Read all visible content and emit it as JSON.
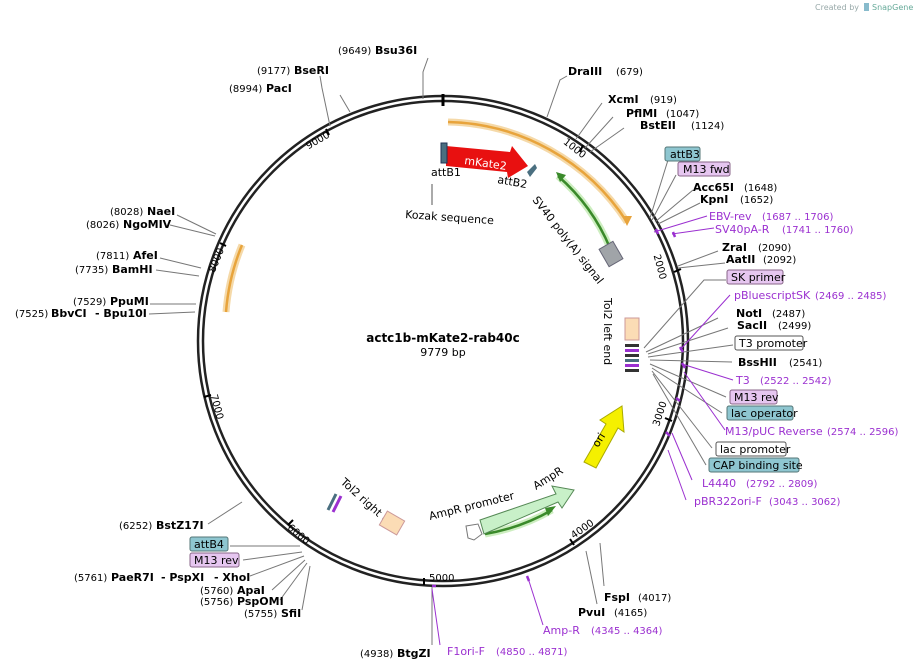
{
  "credit": {
    "prefix": "Created by",
    "brand": "SnapGene"
  },
  "plasmid": {
    "name": "actc1b-mKate2-rab40c",
    "size": "9779 bp"
  },
  "ticks": [
    "1000",
    "2000",
    "3000",
    "4000",
    "5000",
    "6000",
    "7000",
    "8000",
    "9000"
  ],
  "features": {
    "mkate2": "mKate2",
    "attb1": "attB1",
    "attb2": "attB2",
    "kozak": "Kozak sequence",
    "sv40": "SV40 poly(A) signal",
    "tol2left": "Tol2 left end",
    "tol2right": "Tol2 right end",
    "ori": "ori",
    "ampr": "AmpR",
    "amprprom": "AmpR promoter"
  },
  "sites_right": [
    {
      "name": "DraIII",
      "pos": "(679)"
    },
    {
      "name": "XcmI",
      "pos": "(919)"
    },
    {
      "name": "PflMI",
      "pos": "(1047)"
    },
    {
      "name": "BstEII",
      "pos": "(1124)"
    },
    {
      "name": "Acc65I",
      "pos": "(1648)"
    },
    {
      "name": "KpnI",
      "pos": "(1652)"
    },
    {
      "name": "ZraI",
      "pos": "(2090)"
    },
    {
      "name": "AatII",
      "pos": "(2092)"
    },
    {
      "name": "NotI",
      "pos": "(2487)"
    },
    {
      "name": "SacII",
      "pos": "(2499)"
    },
    {
      "name": "BssHII",
      "pos": "(2541)"
    },
    {
      "name": "FspI",
      "pos": "(4017)"
    },
    {
      "name": "PvuI",
      "pos": "(4165)"
    }
  ],
  "boxes_right": [
    "attB3",
    "M13 fwd",
    "SK primer",
    "T3 promoter",
    "M13 rev",
    "lac operator",
    "lac promoter",
    "CAP binding site"
  ],
  "primers_right": [
    {
      "name": "EBV-rev",
      "pos": "(1687 .. 1706)"
    },
    {
      "name": "SV40pA-R",
      "pos": "(1741 .. 1760)"
    },
    {
      "name": "pBluescriptSK",
      "pos": "(2469 .. 2485)"
    },
    {
      "name": "T3",
      "pos": "(2522 .. 2542)"
    },
    {
      "name": "M13/pUC Reverse",
      "pos": "(2574 .. 2596)"
    },
    {
      "name": "L4440",
      "pos": "(2792 .. 2809)"
    },
    {
      "name": "pBR322ori-F",
      "pos": "(3043 .. 3062)"
    },
    {
      "name": "Amp-R",
      "pos": "(4345 .. 4364)"
    },
    {
      "name": "F1ori-F",
      "pos": "(4850 .. 4871)"
    }
  ],
  "sites_left": [
    {
      "name": "Bsu36I",
      "pos": "(9649)"
    },
    {
      "name": "BseRI",
      "pos": "(9177)"
    },
    {
      "name": "PacI",
      "pos": "(8994)"
    },
    {
      "name": "NaeI",
      "pos": "(8028)"
    },
    {
      "name": "NgoMIV",
      "pos": "(8026)"
    },
    {
      "name": "AfeI",
      "pos": "(7811)"
    },
    {
      "name": "BamHI",
      "pos": "(7735)"
    },
    {
      "name": "PpuMI",
      "pos": "(7529)"
    },
    {
      "name": "BbvCI",
      "pos": "(7525)"
    },
    {
      "name": "- Bpu10I",
      "pos": ""
    },
    {
      "name": "BstZ17I",
      "pos": "(6252)"
    },
    {
      "name": "PaeR7I",
      "pos": "(5761)"
    },
    {
      "name": "- PspXI",
      "pos": ""
    },
    {
      "name": "- XhoI",
      "pos": ""
    },
    {
      "name": "ApaI",
      "pos": "(5760)"
    },
    {
      "name": "PspOMI",
      "pos": "(5756)"
    },
    {
      "name": "SfiI",
      "pos": "(5755)"
    },
    {
      "name": "BtgZI",
      "pos": "(4938)"
    }
  ],
  "boxes_left": [
    "attB4",
    "M13 rev"
  ],
  "colors": {
    "primer": "#9b30d0",
    "orange": "#e8a43c",
    "green": "#3a8a2a",
    "ori": "#f5f000",
    "ampr": "#c8f0c8",
    "mkate": "#e81010",
    "teal": "#8ec6d0",
    "pink": "#e6c6f0"
  }
}
